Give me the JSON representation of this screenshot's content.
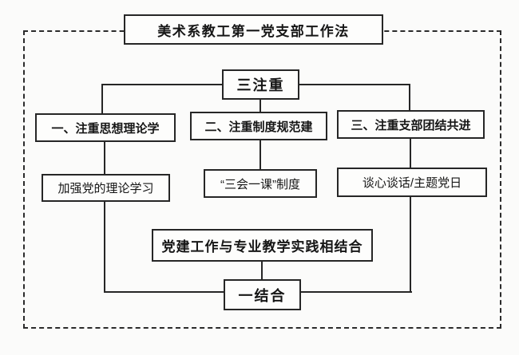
{
  "diagram": {
    "title": "美术系教工第一党支部工作法",
    "top_node": "三注重",
    "branches": [
      {
        "heading": "一、注重思想理论学",
        "detail": "加强党的理论学习"
      },
      {
        "heading": "二、注重制度规范建",
        "detail": "“三会一课”制度"
      },
      {
        "heading": "三、注重支部团结共进",
        "detail": "谈心谈话/主题党日"
      }
    ],
    "combine_node": "党建工作与专业教学实践相结合",
    "bottom_node": "一结合",
    "colors": {
      "line": "#262626",
      "background": "#fbfbfa",
      "box_background": "#fdfdfc",
      "text": "#161616"
    }
  }
}
